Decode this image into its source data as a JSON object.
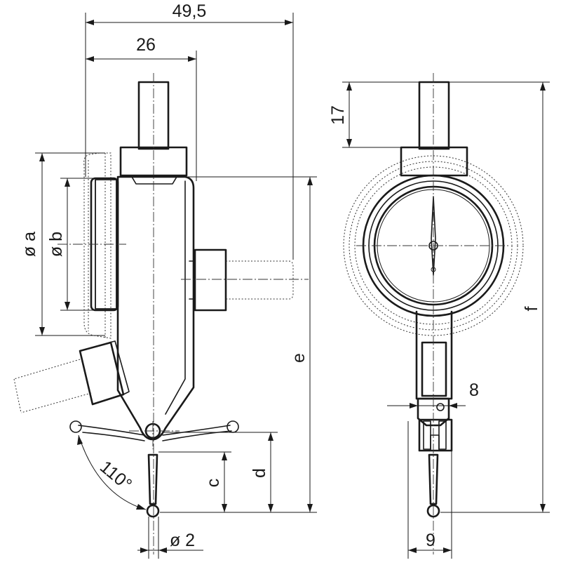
{
  "dimensions": {
    "width_total": "49,5",
    "width_partial": "26",
    "dia_a": "ø a",
    "dia_b": "ø b",
    "dim_e": "e",
    "dim_c": "c",
    "dim_d": "d",
    "angle": "110°",
    "tip_dia": "ø 2",
    "height_17": "17",
    "dim_f": "f",
    "width_8": "8",
    "width_9": "9"
  }
}
